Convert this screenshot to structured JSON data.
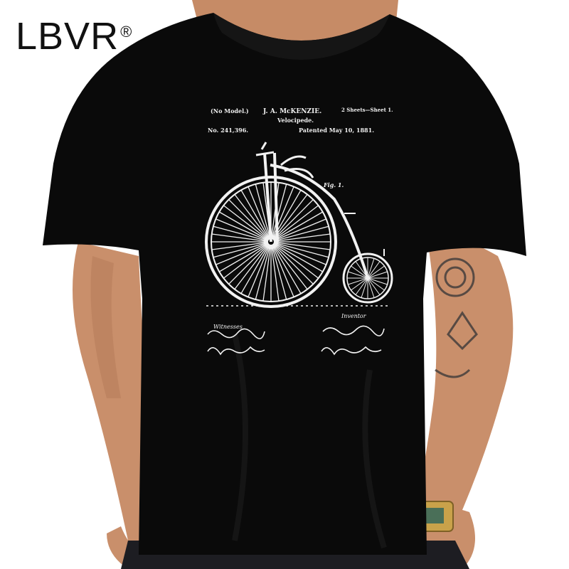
{
  "brand": {
    "name": "LBVR",
    "mark": "®"
  },
  "patent": {
    "model_note": "(No Model.)",
    "inventor_name": "J. A. McKENZIE.",
    "title": "Velocipede.",
    "sheet_note": "2 Sheets—Sheet 1.",
    "patent_number": "No. 241,396.",
    "patented_date": "Patented May 10, 1881.",
    "figure_label": "Fig. 1.",
    "witnesses_label": "Witnesses",
    "inventor_label": "Inventor"
  },
  "colors": {
    "background": "#ffffff",
    "shirt": "#0a0a0a",
    "skin": "#c98f6b",
    "print": "#f2f2f2"
  }
}
